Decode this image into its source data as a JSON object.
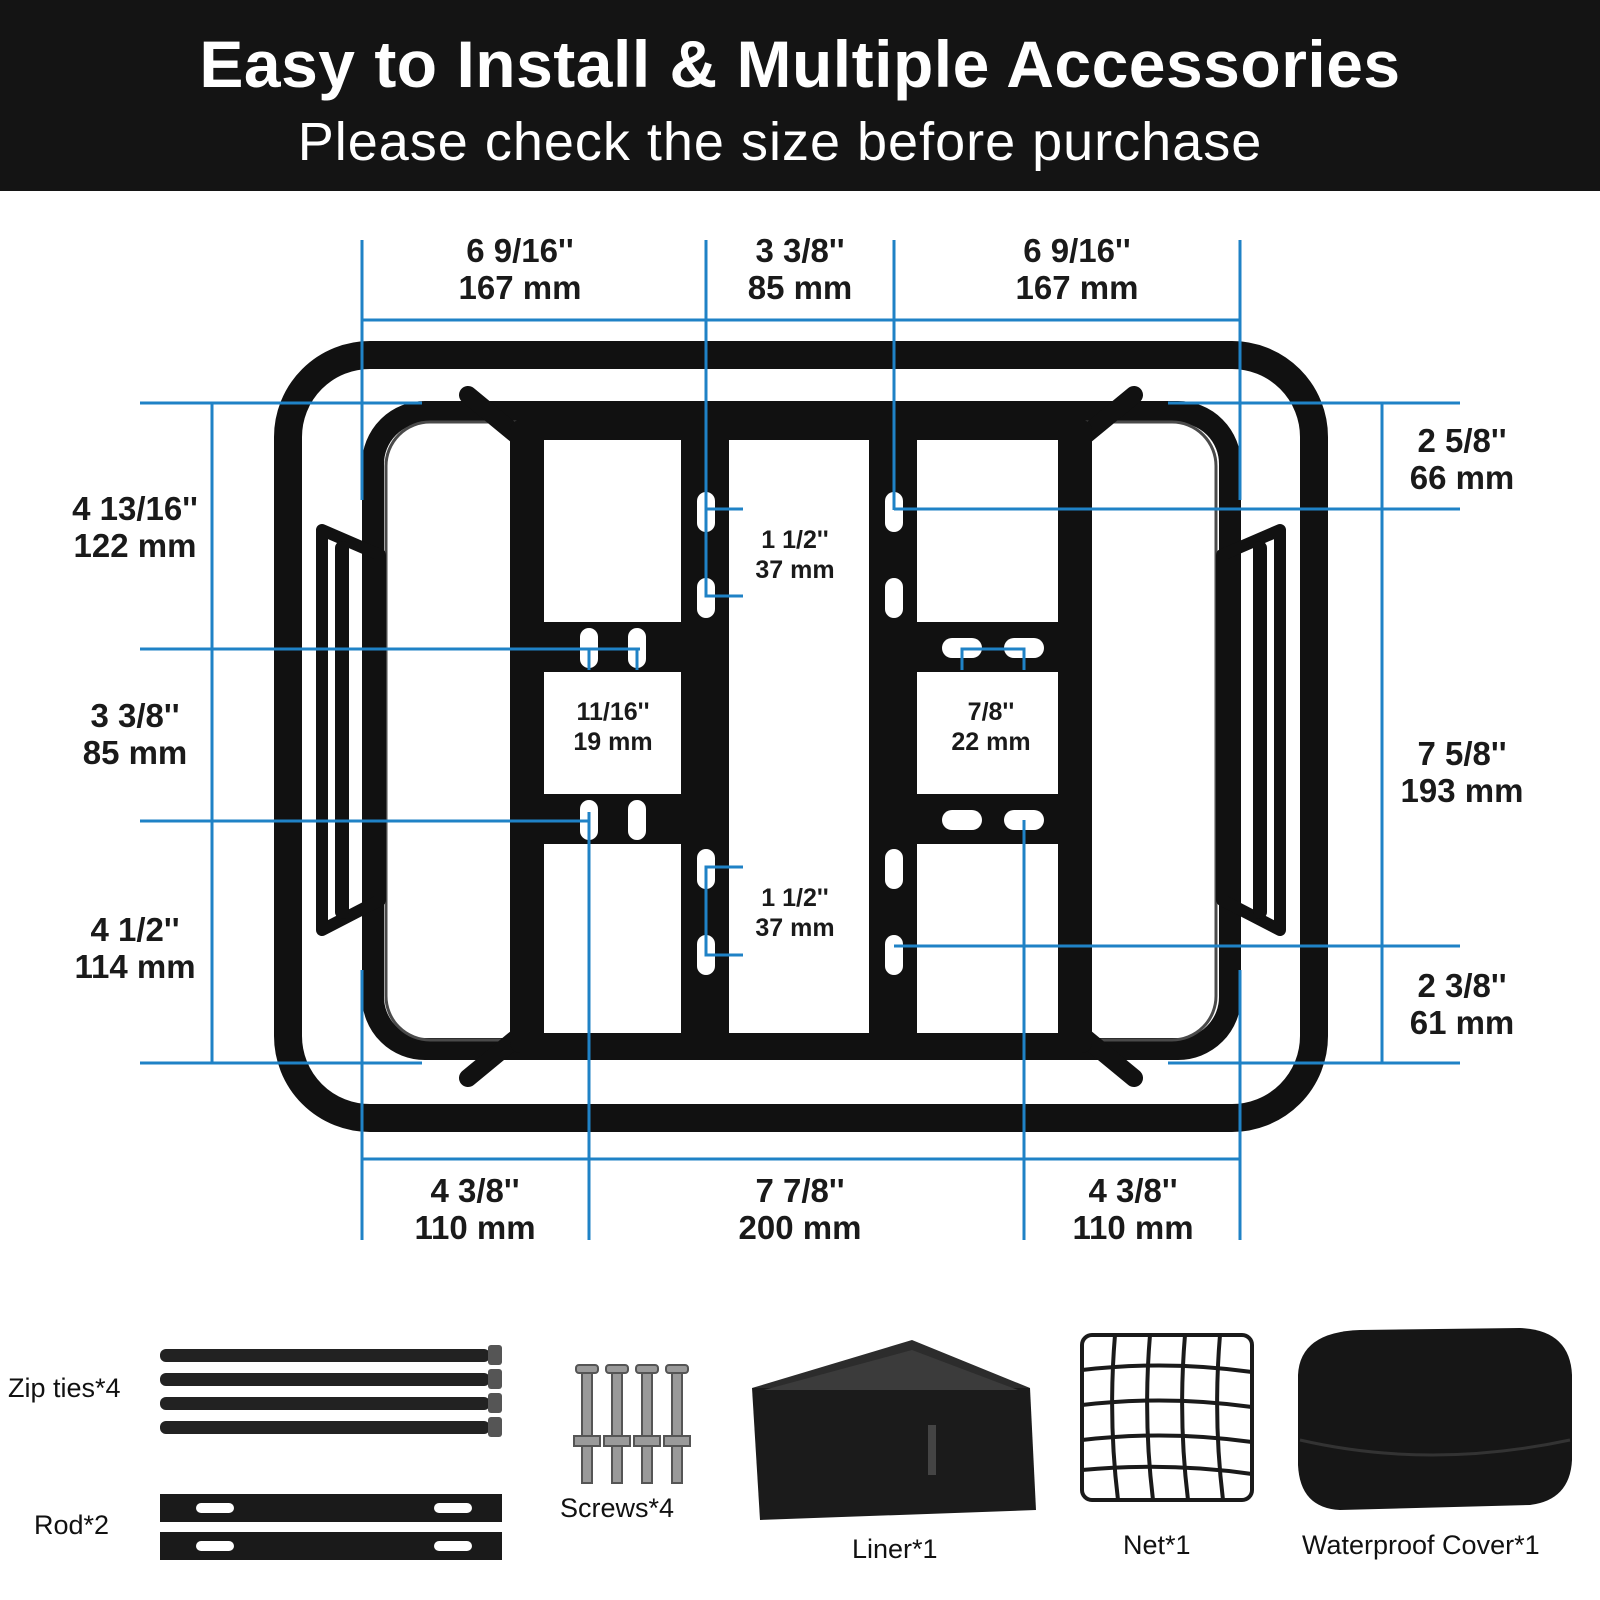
{
  "header": {
    "title": "Easy to Install & Multiple Accessories",
    "subtitle": "Please check the size before purchase"
  },
  "colors": {
    "header_bg": "#141414",
    "dimension_line": "#1f82c6",
    "rack": "#111111"
  },
  "dimensions": {
    "top_left": {
      "imperial": "6 9/16''",
      "metric": "167 mm"
    },
    "top_center": {
      "imperial": "3 3/8''",
      "metric": "85 mm"
    },
    "top_right": {
      "imperial": "6 9/16''",
      "metric": "167 mm"
    },
    "left_top": {
      "imperial": "4 13/16''",
      "metric": "122 mm"
    },
    "left_middle": {
      "imperial": "3 3/8''",
      "metric": "85 mm"
    },
    "left_bottom": {
      "imperial": "4 1/2''",
      "metric": "114 mm"
    },
    "right_top": {
      "imperial": "2 5/8''",
      "metric": "66 mm"
    },
    "right_middle": {
      "imperial": "7 5/8''",
      "metric": "193 mm"
    },
    "right_bottom": {
      "imperial": "2 3/8''",
      "metric": "61 mm"
    },
    "bottom_left": {
      "imperial": "4 3/8''",
      "metric": "110 mm"
    },
    "bottom_center": {
      "imperial": "7 7/8''",
      "metric": "200 mm"
    },
    "bottom_right": {
      "imperial": "4 3/8''",
      "metric": "110 mm"
    },
    "slot_upper": {
      "imperial": "1 1/2''",
      "metric": "37 mm"
    },
    "slot_lower": {
      "imperial": "1 1/2''",
      "metric": "37 mm"
    },
    "plate_left": {
      "imperial": "11/16''",
      "metric": "19 mm"
    },
    "plate_right": {
      "imperial": "7/8''",
      "metric": "22 mm"
    }
  },
  "accessories": {
    "zip_ties": "Zip ties*4",
    "rod": "Rod*2",
    "screws": "Screws*4",
    "liner": "Liner*1",
    "net": "Net*1",
    "cover": "Waterproof Cover*1"
  }
}
